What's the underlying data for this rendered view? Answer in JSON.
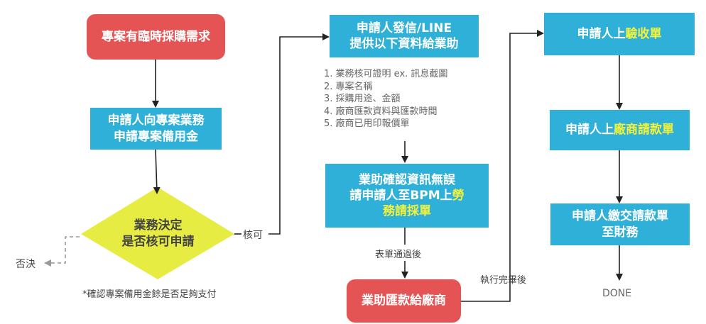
{
  "colors": {
    "red": "#e45454",
    "blue": "#2fb0d8",
    "diamond": "#e7ec43",
    "highlight": "#f2f23a",
    "arrow": "#222222",
    "dashed": "#999999"
  },
  "nodes": {
    "start": "專案有臨時採購需求",
    "apply_line1": "申請人向專案業務",
    "apply_line2": "申請專案備用金",
    "decision_line1": "業務決定",
    "decision_line2": "是否核可申請",
    "send_line1": "申請人發信/LINE",
    "send_line2": "提供以下資料給業助",
    "confirm_line1": "業助確認資訊無誤",
    "confirm_line2_pre": "請申請人至BPM上",
    "confirm_line2_hl": "勞",
    "confirm_line3": "務請採單",
    "remit": "業助匯款給廠商",
    "receipt_pre": "申請人上",
    "receipt_hl": "驗收單",
    "payreq_pre": "申請人上",
    "payreq_hl": "廠商請款單",
    "submit_line1": "申請人繳交請款單",
    "submit_line2": "至財務"
  },
  "list_items": [
    "1. 業務核可證明 ex. 訊息截圖",
    "2. 專案名稱",
    "3. 採購用途、金額",
    "4. 廠商匯款資料與匯款時間",
    "5. 廠商已用印報價單"
  ],
  "labels": {
    "approve": "核可",
    "reject": "否決",
    "note": "*確認專案備用金餘是否足夠支付",
    "form_passed": "表單通過後",
    "after_exec": "執行完畢後",
    "done": "DONE"
  }
}
